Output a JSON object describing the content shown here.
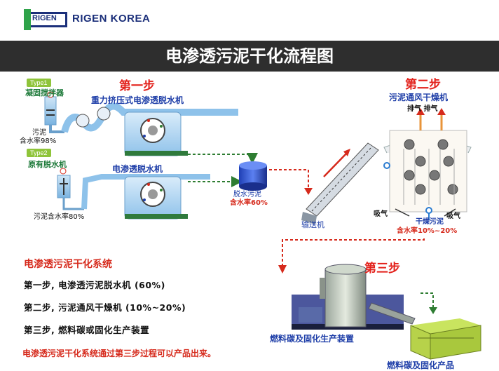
{
  "brand": {
    "logo_text": "RIGEN",
    "name": "RIGEN KOREA"
  },
  "banner": {
    "title": "电渗透污泥干化流程图"
  },
  "step1": {
    "label": "第一步",
    "type1_tag": "Type1",
    "type1_name": "凝固搅拌器",
    "type1_sludge": "污泥",
    "type1_water": "含水率98%",
    "press_machine": "重力挤压式电渗透脱水机",
    "type2_tag": "Type2",
    "type2_name": "原有脱水机",
    "type2_sludge": "污泥含水率80%",
    "eo_machine": "电渗透脱水机",
    "tank_label": "脱水污泥",
    "tank_water": "含水率60%",
    "conveyor": "输送机"
  },
  "step2": {
    "label": "第二步",
    "dryer": "污泥通风干燥机",
    "exhaust": "排气 排气",
    "intake_left": "吸气",
    "intake_right": "吸气",
    "dried": "干燥污泥",
    "dried_water": "含水率10%~20%"
  },
  "step3": {
    "label": "第三步",
    "device": "燃料碳及固化生产装置",
    "product": "燃料碳及固化产品"
  },
  "system": {
    "title": "电渗透污泥干化系统",
    "line1": "第一步, 电渗透污泥脱水机 (60%)",
    "line2": "第二步, 污泥通风干燥机 (10%~20%)",
    "line3": "第三步, 燃料碳或固化生产装置",
    "note": "电渗透污泥干化系统通过第三步过程可以产品出来。"
  },
  "colors": {
    "banner": "#2e2e2e",
    "step_red": "#e3211b",
    "machine_blue": "#1e3ea8",
    "arrow_green": "#2e7d32",
    "arrow_red": "#d62a1c"
  }
}
